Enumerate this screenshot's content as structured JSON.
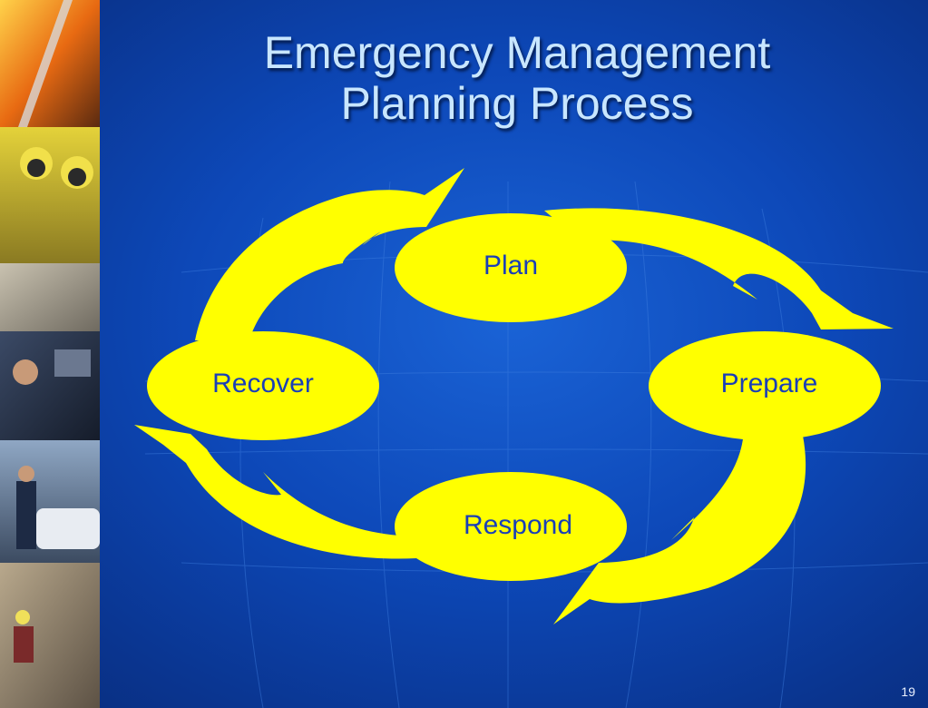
{
  "slide": {
    "title_line1": "Emergency Management",
    "title_line2": "Planning Process",
    "page_number": "19"
  },
  "cycle": {
    "nodes": [
      "Plan",
      "Prepare",
      "Respond",
      "Recover"
    ]
  },
  "colors": {
    "background": "#0d48b8",
    "arrow_fill": "#ffff00",
    "node_fill": "#ffff00",
    "label_text": "#1a3fb8",
    "title_text": "#c8e6ff"
  },
  "sidebar": {
    "images": [
      "firefighter-ladder-photo",
      "hazmat-suit-photo",
      "medical-team-photo",
      "dispatcher-photo",
      "police-officer-photo",
      "rescue-rubble-photo"
    ]
  }
}
